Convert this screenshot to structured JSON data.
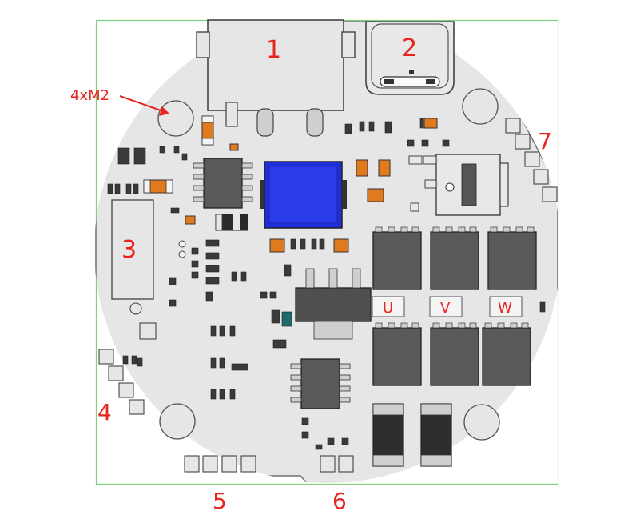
{
  "figure": {
    "colors": {
      "board": "#e6e6e6",
      "board_outline": "#6e6e6e",
      "frame": "#7fd07f",
      "chip": "#5b5b5b",
      "mcu": "#1f2fd8",
      "callout": "#e8241c",
      "smd_orange": "#e07a1f"
    },
    "callouts": {
      "c1": "1",
      "c2": "2",
      "c3": "3",
      "c4": "4",
      "c5": "5",
      "c6": "6",
      "c7": "7",
      "mount": "4xM2"
    },
    "phase_labels": {
      "u": "U",
      "v": "V",
      "w": "W"
    }
  }
}
